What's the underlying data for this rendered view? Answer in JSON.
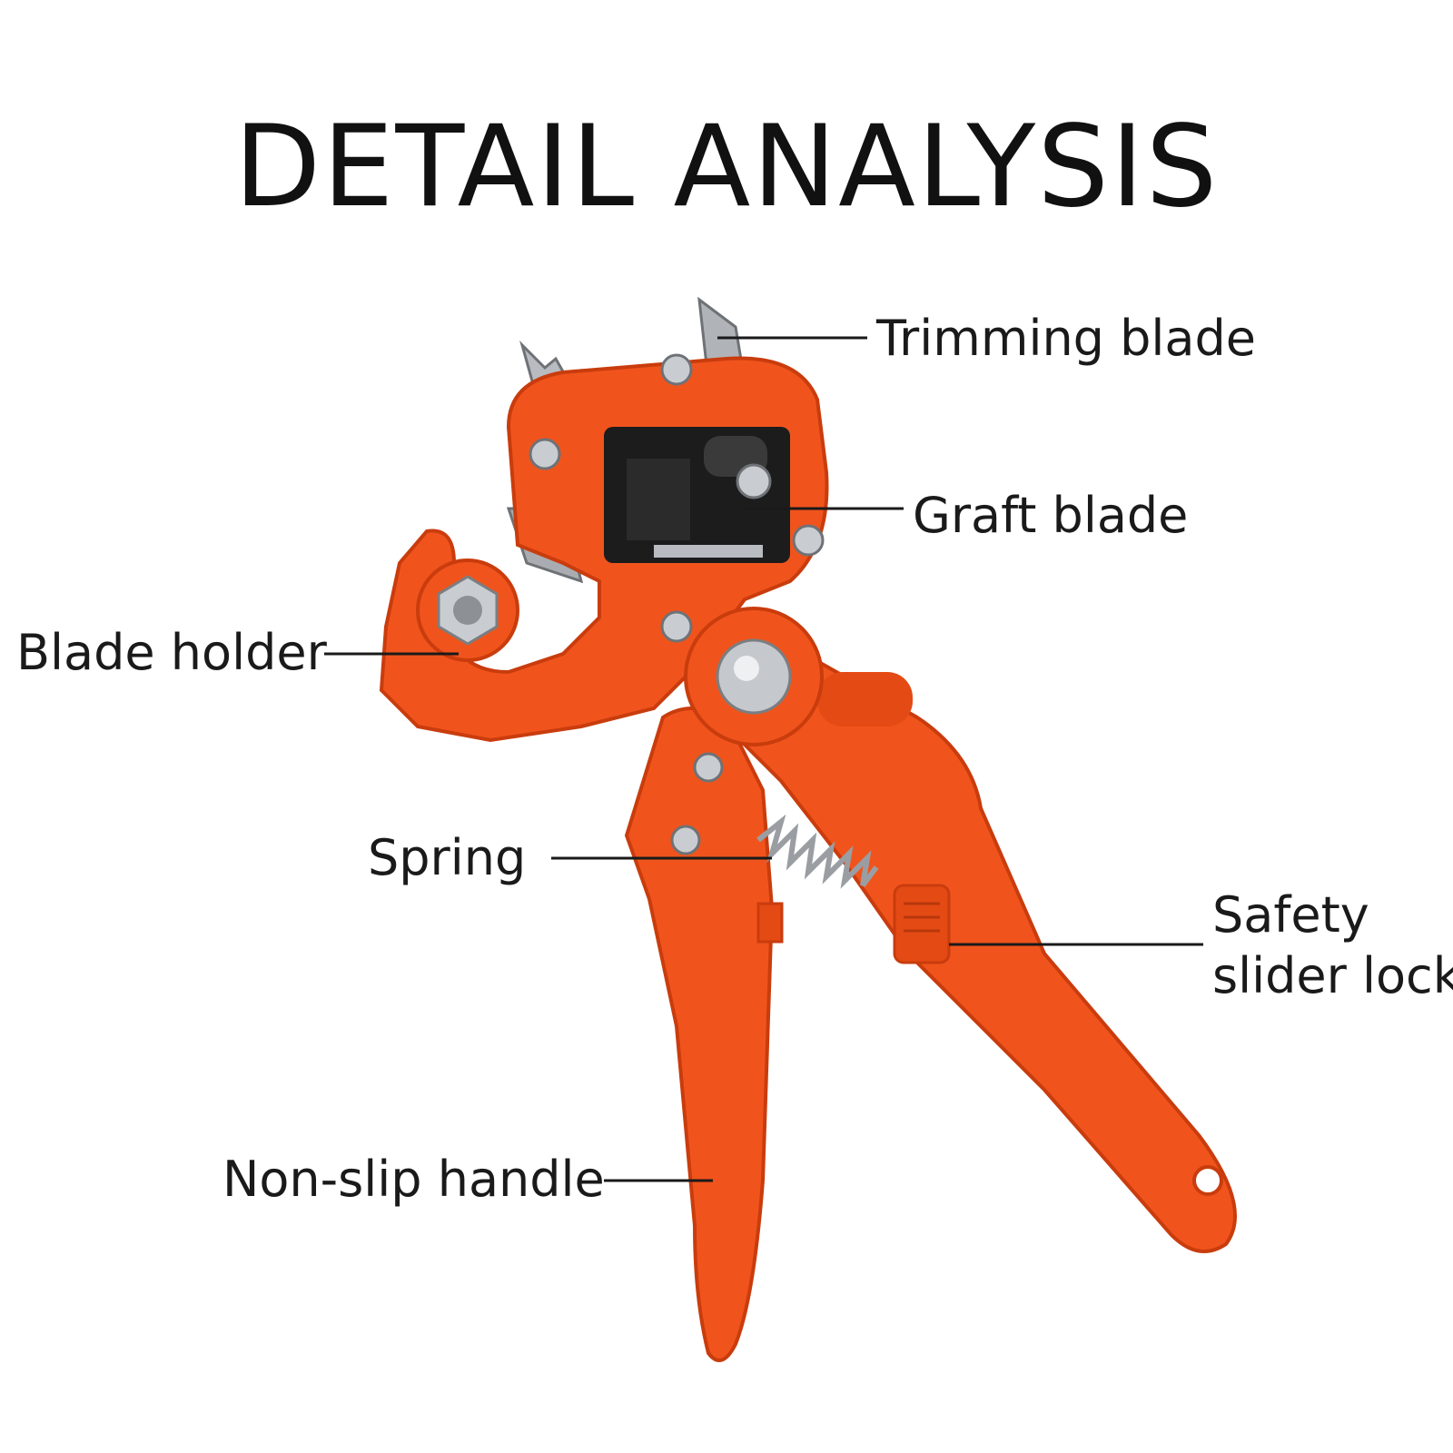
{
  "title": "DETAIL ANALYSIS",
  "colors": {
    "body": "#f0541c",
    "body_shadow": "#c93c0d",
    "steel": "#b8bcc0",
    "dark": "#1c1c1c",
    "line": "#1a1a1a"
  },
  "callouts": {
    "trimming_blade": "Trimming blade",
    "graft_blade": "Graft blade",
    "blade_holder": "Blade holder",
    "spring": "Spring",
    "safety_slider_lock_line1": "Safety",
    "safety_slider_lock_line2": "slider lock",
    "non_slip_handle": "Non-slip handle"
  }
}
